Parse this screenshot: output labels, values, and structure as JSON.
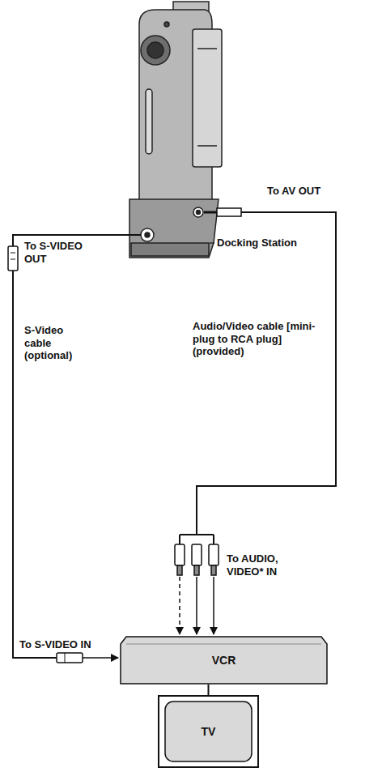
{
  "diagram": {
    "nodes": [
      {
        "text": [
          "VCR"
        ]
      },
      {
        "text": [
          "TV"
        ]
      }
    ],
    "edges": [
      {
        "from": 0,
        "to": 1,
        "arrow": "none"
      }
    ],
    "labels": [
      "To AV OUT",
      "Docking Station",
      "To S-VIDEO OUT",
      "Audio/Video cable [mini-plug to RCA plug] (provided)",
      "S-Video cable (optional)",
      "To AUDIO, VIDEO* IN",
      "To S-VIDEO IN"
    ]
  }
}
